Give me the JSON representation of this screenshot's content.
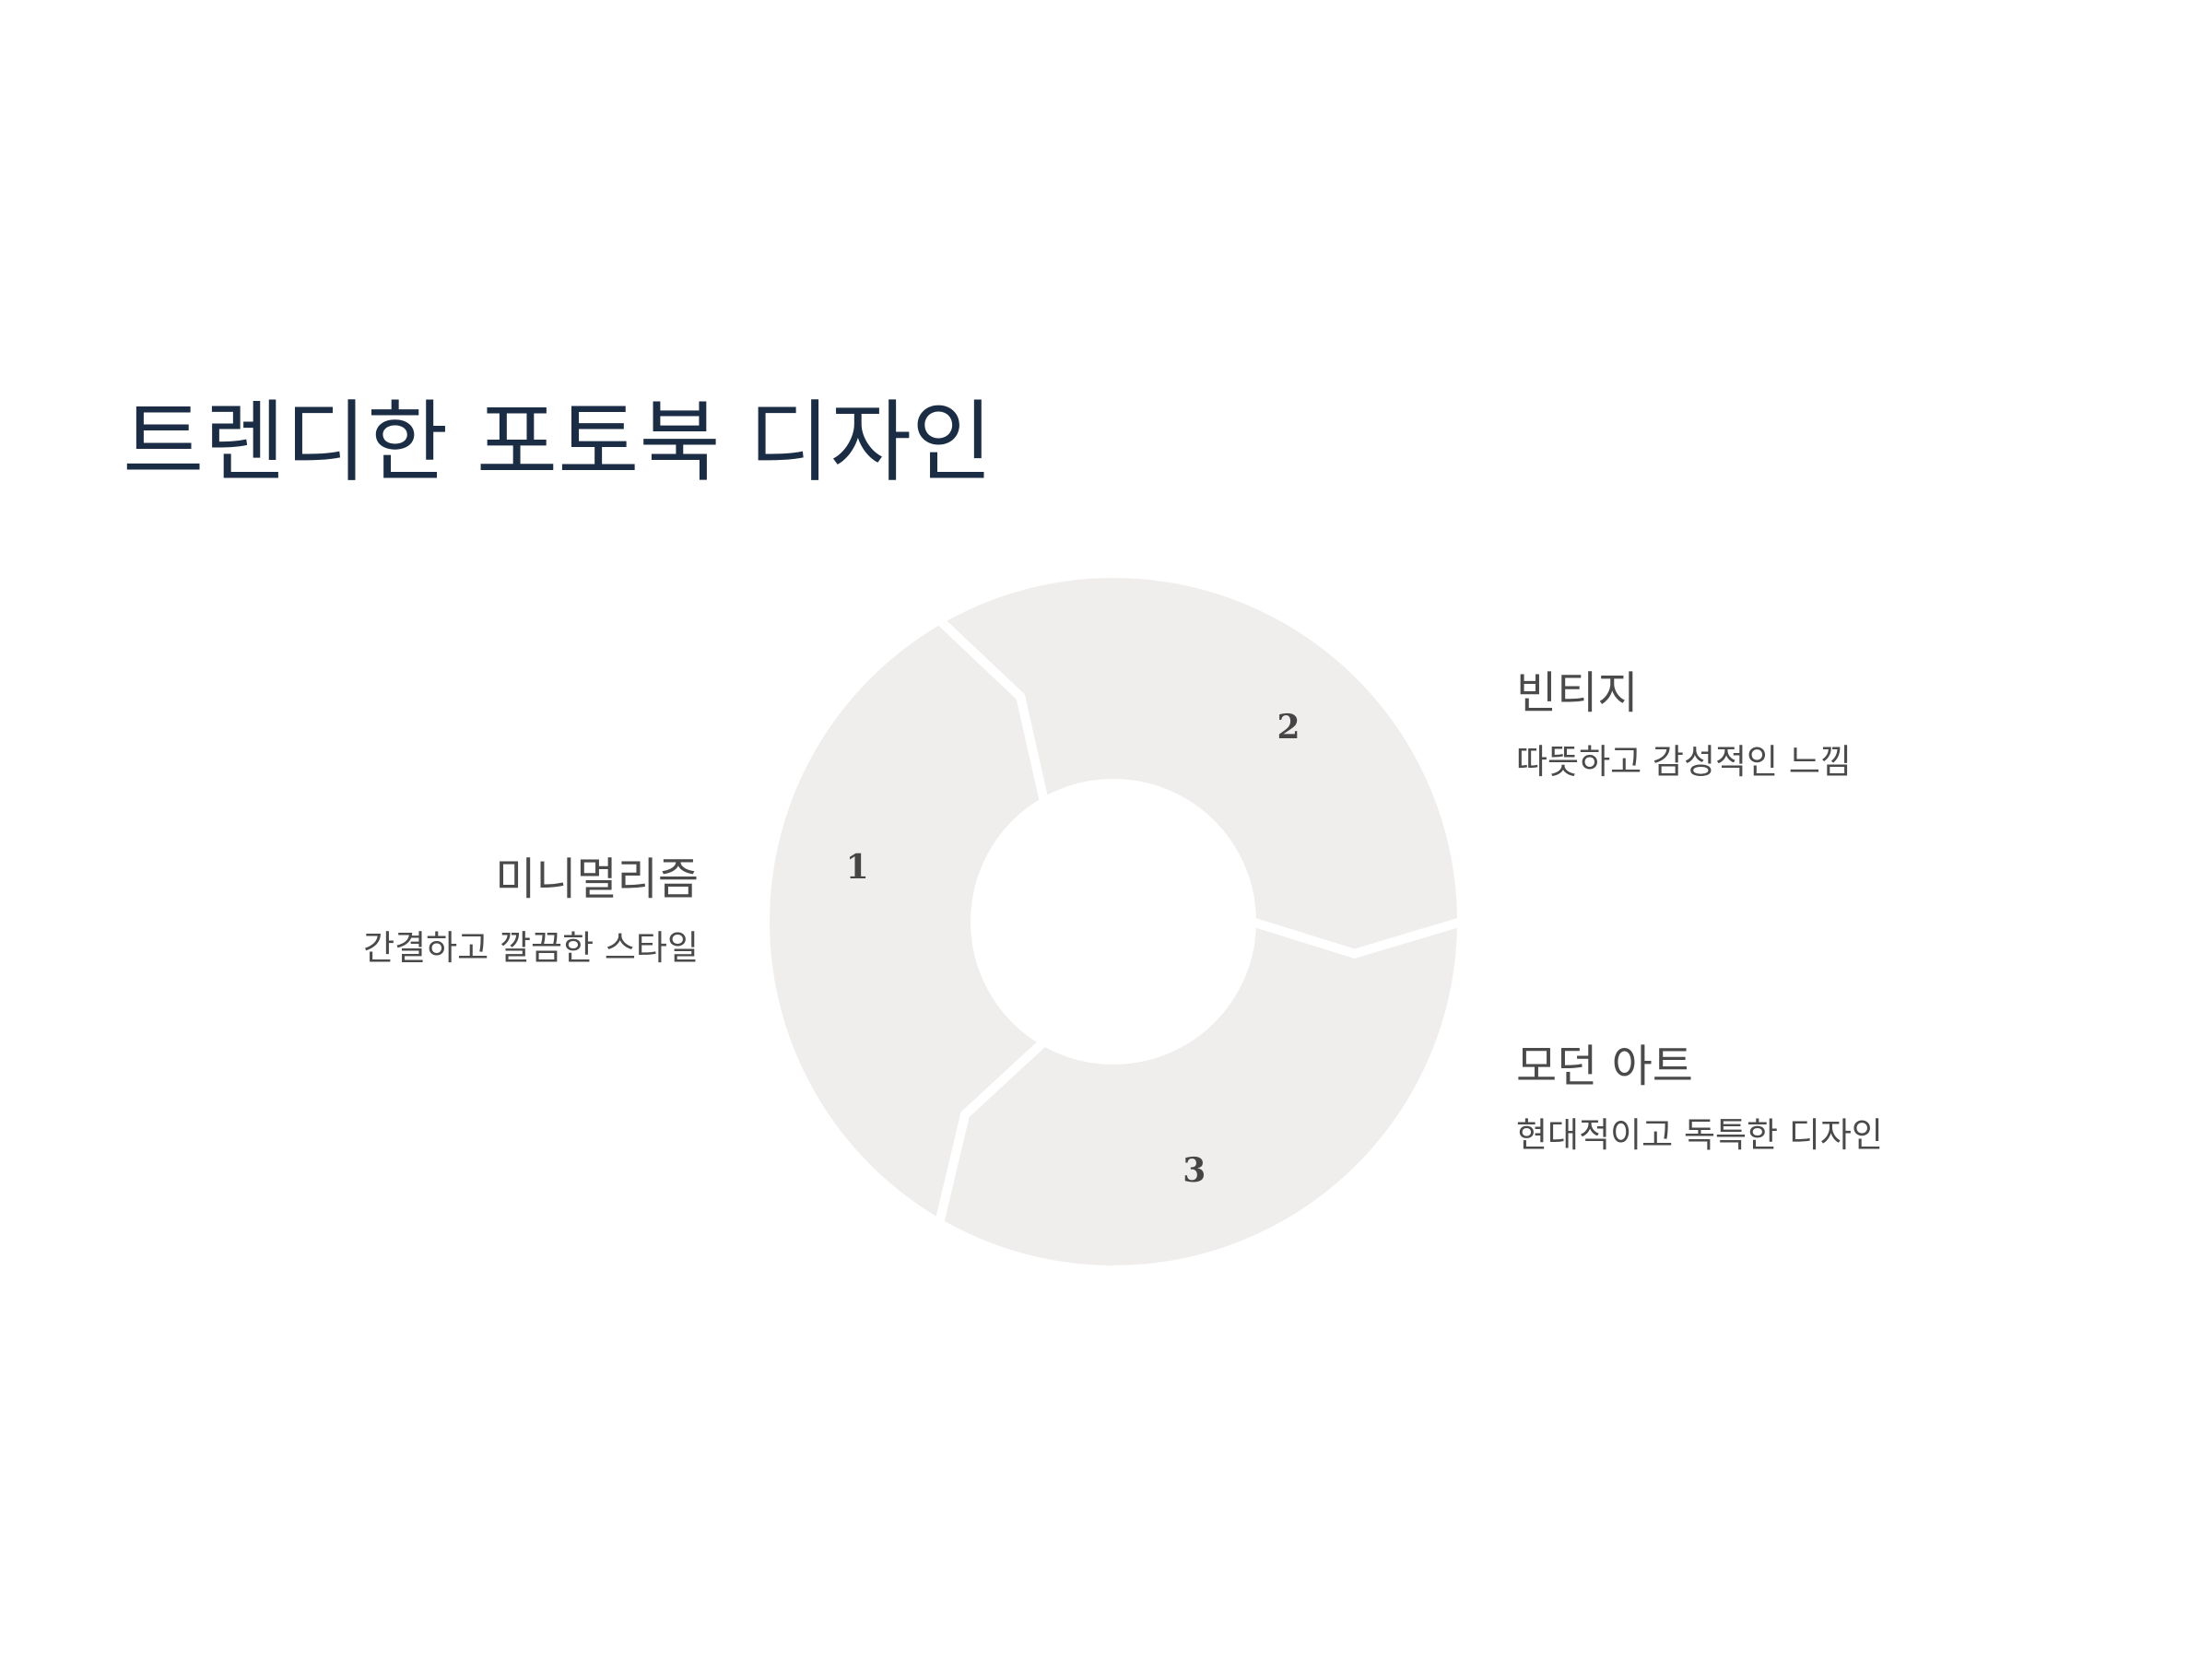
{
  "title": "트렌디한 포토북 디자인",
  "colors": {
    "title": "#1b2d45",
    "segment_fill": "#f0eded",
    "text": "#4a4a4a",
    "number": "#454545",
    "background": "#ffffff"
  },
  "cycle": {
    "segments": [
      {
        "number": "1",
        "heading": "미니멀리즘",
        "description": "간결하고 깔끔한 스타일"
      },
      {
        "number": "2",
        "heading": "빈티지",
        "description": "따뜻하고 감성적인 느낌"
      },
      {
        "number": "3",
        "heading": "모던 아트",
        "description": "현대적이고 독특한 디자인"
      }
    ]
  }
}
